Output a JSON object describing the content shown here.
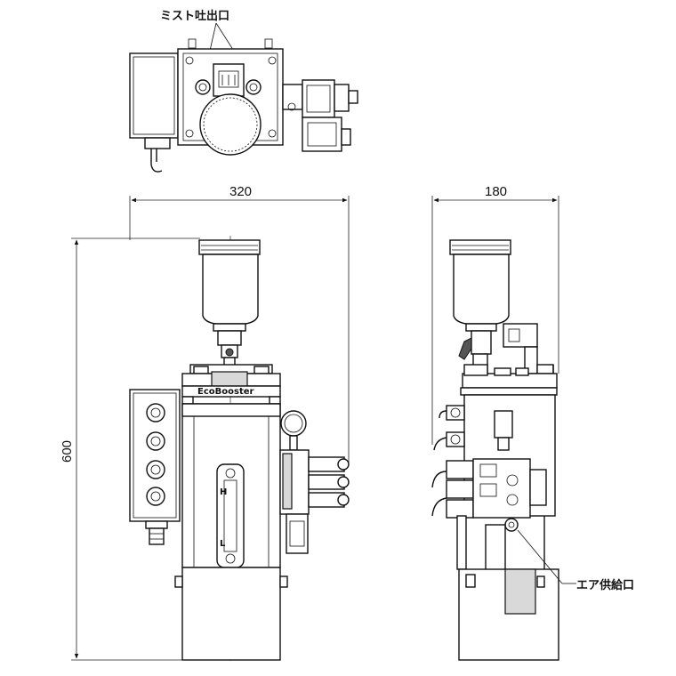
{
  "labels": {
    "mist_outlet": "ミスト吐出口",
    "air_supply": "エア供給口"
  },
  "dimensions": {
    "width_front": "320",
    "width_side": "180",
    "height": "600"
  },
  "markings": {
    "brand": "EcoBooster",
    "level_high": "H",
    "level_low": "L"
  }
}
